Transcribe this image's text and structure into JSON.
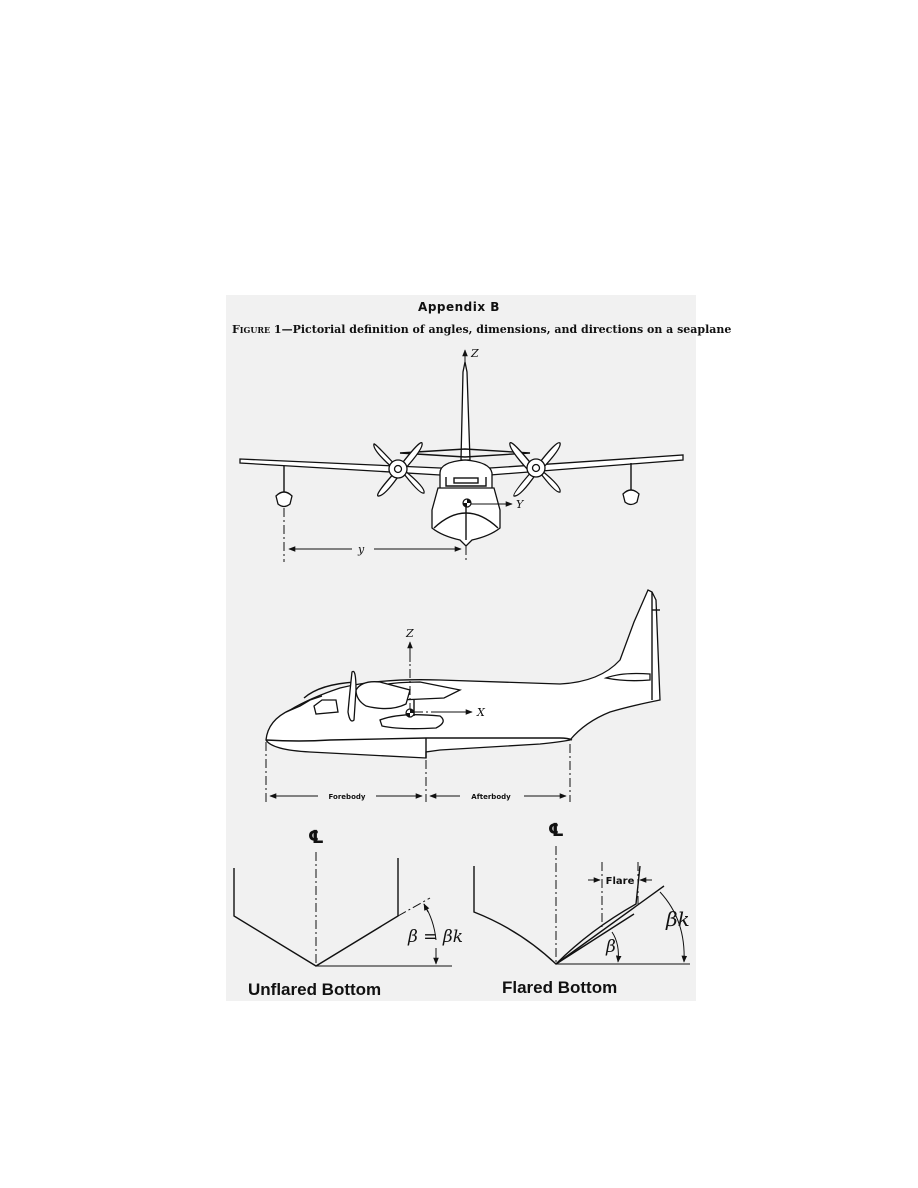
{
  "page": {
    "heading": "Appendix B",
    "caption_prefix": "Figure 1",
    "caption_text": "—Pictorial definition of angles, dimensions, and directions on a seaplane"
  },
  "front_view": {
    "axis_z": "Z",
    "axis_y": "Y",
    "dim_y": "y"
  },
  "side_view": {
    "axis_z": "Z",
    "axis_x": "X",
    "forebody": "Forebody",
    "afterbody": "Afterbody"
  },
  "unflared": {
    "centerline": "℄",
    "angle_label": "β = βk",
    "title": "Unflared Bottom"
  },
  "flared": {
    "centerline": "℄",
    "flare": "Flare",
    "beta": "β",
    "beta_k": "βk",
    "title": "Flared Bottom"
  }
}
